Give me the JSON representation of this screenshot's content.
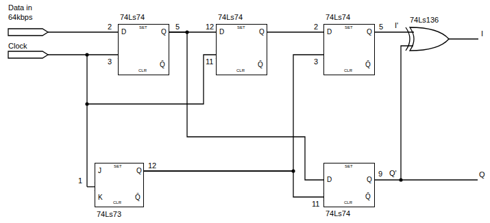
{
  "diagram": {
    "nodes": [
      {
        "text": [
          "74Ls74",
          "D",
          "SET",
          "Q",
          "CLR",
          "Q̄"
        ]
      },
      {
        "text": [
          "74Ls74",
          "D",
          "SET",
          "Q",
          "CLR",
          "Q̄"
        ]
      },
      {
        "text": [
          "74Ls74",
          "D",
          "SET",
          "Q",
          "CLR",
          "Q̄"
        ]
      },
      {
        "text": [
          "J",
          "SET",
          "Q",
          "K",
          "CLR",
          "Q̄",
          "74Ls73"
        ]
      },
      {
        "text": [
          "74Ls74",
          "D",
          "SET",
          "Q",
          "CLR",
          "Q̄"
        ]
      }
    ],
    "edges": [
      {
        "from": 0,
        "to": 1,
        "arrow": "none"
      },
      {
        "from": 1,
        "to": 2,
        "arrow": "none"
      },
      {
        "from": 0,
        "to": 4,
        "arrow": "none"
      },
      {
        "from": 3,
        "to": 2,
        "arrow": "none"
      },
      {
        "from": 3,
        "to": 4,
        "arrow": "none"
      }
    ],
    "labels": [
      "Data in 64kbps",
      "Clock",
      "2",
      "3",
      "5",
      "12",
      "11",
      "2",
      "3",
      "5",
      "I'",
      "74Ls136",
      "I",
      "1",
      "12",
      "11",
      "9",
      "Q'",
      "Q"
    ]
  }
}
